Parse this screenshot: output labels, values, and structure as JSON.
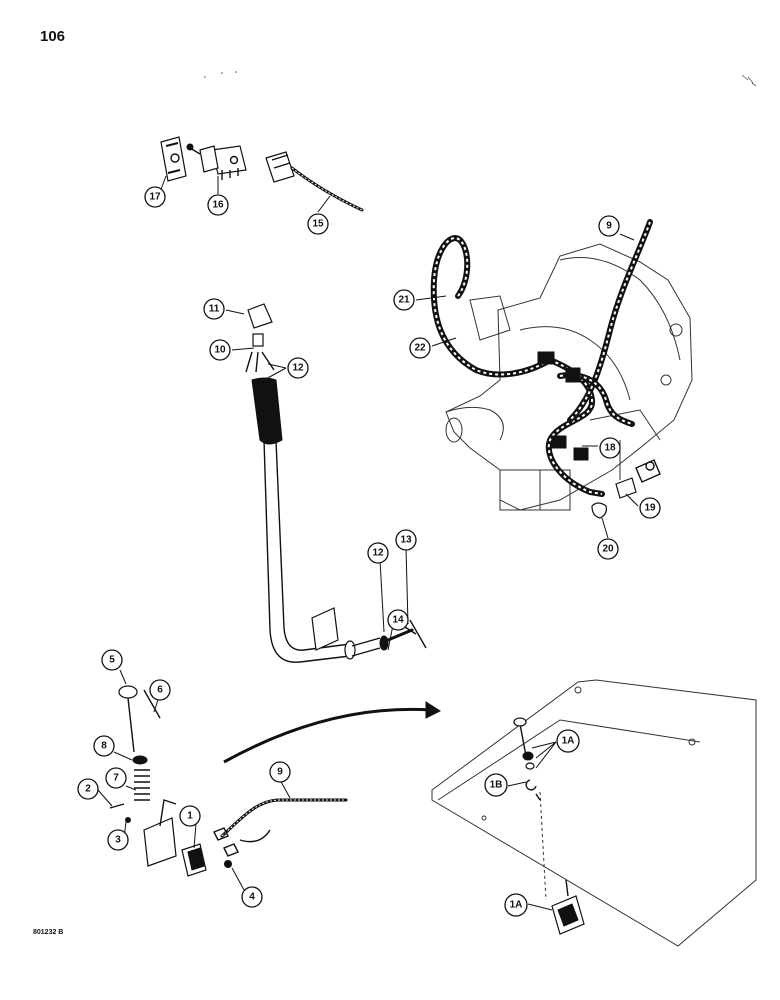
{
  "page_number": "106",
  "drawing_code": "801232 B",
  "callouts": [
    {
      "label": "17"
    },
    {
      "label": "16"
    },
    {
      "label": "15"
    },
    {
      "label": "11"
    },
    {
      "label": "10"
    },
    {
      "label": "12"
    },
    {
      "label": "21"
    },
    {
      "label": "22"
    },
    {
      "label": "9"
    },
    {
      "label": "18"
    },
    {
      "label": "19"
    },
    {
      "label": "20"
    },
    {
      "label": "12"
    },
    {
      "label": "13"
    },
    {
      "label": "14"
    },
    {
      "label": "5"
    },
    {
      "label": "6"
    },
    {
      "label": "8"
    },
    {
      "label": "7"
    },
    {
      "label": "2"
    },
    {
      "label": "3"
    },
    {
      "label": "1"
    },
    {
      "label": "4"
    },
    {
      "label": "9"
    },
    {
      "label": "1A"
    },
    {
      "label": "1B"
    },
    {
      "label": "1A"
    }
  ]
}
